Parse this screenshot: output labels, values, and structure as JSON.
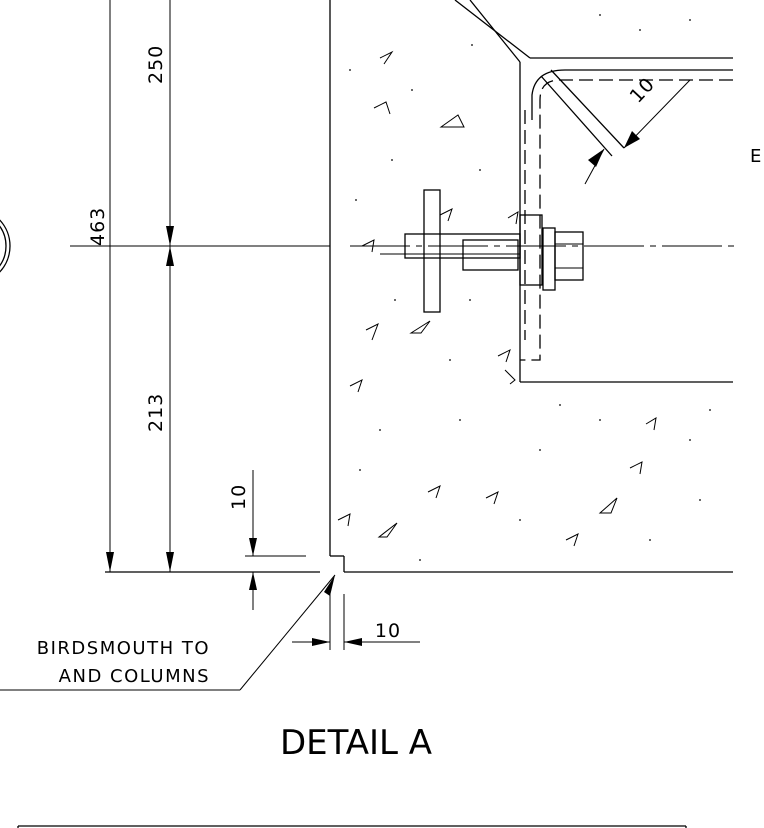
{
  "dimensions": {
    "upper": "250",
    "overall": "463",
    "lower": "213",
    "notch_vertical": "10",
    "notch_horizontal": "10",
    "cover": "10"
  },
  "notes": {
    "birdsmouth_line1": "BIRDSMOUTH TO",
    "birdsmouth_line2": "AND COLUMNS",
    "right_edge_fragment": "E"
  },
  "detail_title": "DETAIL A"
}
